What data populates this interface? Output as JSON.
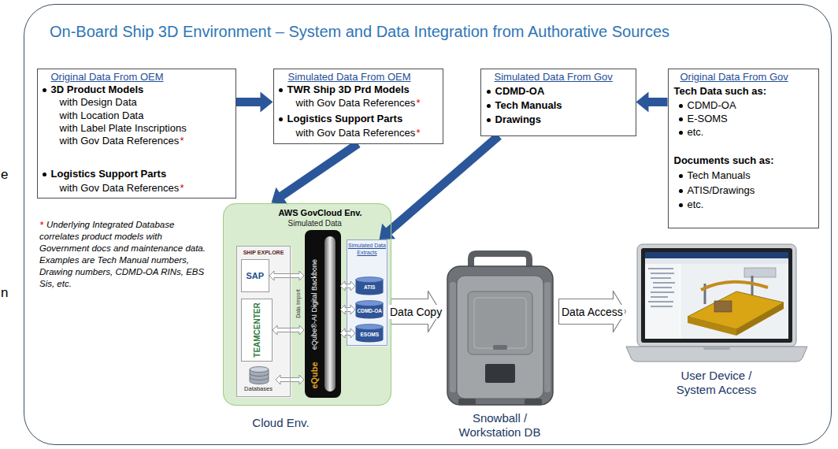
{
  "diagram": {
    "nodes": [
      {
        "text": [
          "On-Board Ship 3D Environment – System and Data Integration from Authorative Sources"
        ]
      },
      {
        "text": [
          "Original Data From OEM",
          "3D Product Models",
          "with Design Data",
          "with Location Data",
          "with Label Plate Inscriptions",
          "with Gov Data References",
          "*",
          "Logistics Support Parts",
          "with Gov Data References",
          "*"
        ],
        "in": 0
      },
      {
        "text": [
          "Simulated Data From OEM",
          "TWR Ship 3D Prd Models",
          "with Gov Data References",
          "*",
          "Logistics Support Parts",
          "with Gov Data References",
          "*"
        ],
        "in": 0
      },
      {
        "text": [
          "Simulated Data From Gov",
          "CDMD-OA",
          "Tech Manuals",
          "Drawings"
        ],
        "in": 0
      },
      {
        "text": [
          "Original Data From Gov",
          "Tech Data such as:",
          "CDMD-OA",
          "E-SOMS",
          "etc.",
          "Documents such as:",
          "Tech Manuals",
          "ATIS/Drawings",
          "etc."
        ],
        "in": 0
      },
      {
        "text": [
          "AWS GovCloud Env.",
          "Simulated Data",
          "Cloud Env."
        ],
        "in": 0
      },
      {
        "text": [
          "SHIP EXPLORE"
        ],
        "in": 5
      },
      {
        "text": [
          "SAP"
        ],
        "in": 6
      },
      {
        "text": [
          "TEAMCENTER"
        ],
        "in": 6
      },
      {
        "text": [
          "Databases"
        ],
        "in": 6
      },
      {
        "text": [
          "eQube®-AI Digital Backbone",
          "eQube"
        ],
        "in": 5
      },
      {
        "text": [
          "Simulated Data Extracts"
        ],
        "in": 5
      },
      {
        "text": [
          "ATIS"
        ],
        "in": 11
      },
      {
        "text": [
          "CDMD-OA"
        ],
        "in": 11
      },
      {
        "text": [
          "ESOMS"
        ],
        "in": 11
      },
      {
        "text": [
          "Snowball / Workstation DB"
        ],
        "in": 0
      },
      {
        "text": [
          "User Device / System Access"
        ],
        "in": 0
      }
    ],
    "edges": [
      {
        "from": 1,
        "to": 2,
        "arrow": "to"
      },
      {
        "from": 4,
        "to": 3,
        "arrow": "to"
      },
      {
        "from": 2,
        "to": 5,
        "arrow": "to"
      },
      {
        "from": 3,
        "to": 11,
        "arrow": "to"
      },
      {
        "from": 7,
        "to": 10,
        "arrow": "both"
      },
      {
        "from": 8,
        "to": 10,
        "arrow": "both"
      },
      {
        "from": 9,
        "to": 10,
        "arrow": "both"
      },
      {
        "from": 10,
        "to": 12,
        "arrow": "both"
      },
      {
        "from": 10,
        "to": 13,
        "arrow": "both"
      },
      {
        "from": 10,
        "to": 14,
        "arrow": "both"
      },
      {
        "from": 5,
        "to": 15,
        "arrow": "to",
        "label": "Data Copy"
      },
      {
        "from": 15,
        "to": 16,
        "arrow": "to",
        "label": "Data Access"
      }
    ],
    "labels": [
      "*",
      "Underlying Integrated Database correlates product models with Government docs and maintenance data. Examples are Tech Manual numbers, Drawing numbers, CDMD-OA RINs, EBS Sis, etc.",
      "Data Import",
      "e",
      "n"
    ]
  }
}
